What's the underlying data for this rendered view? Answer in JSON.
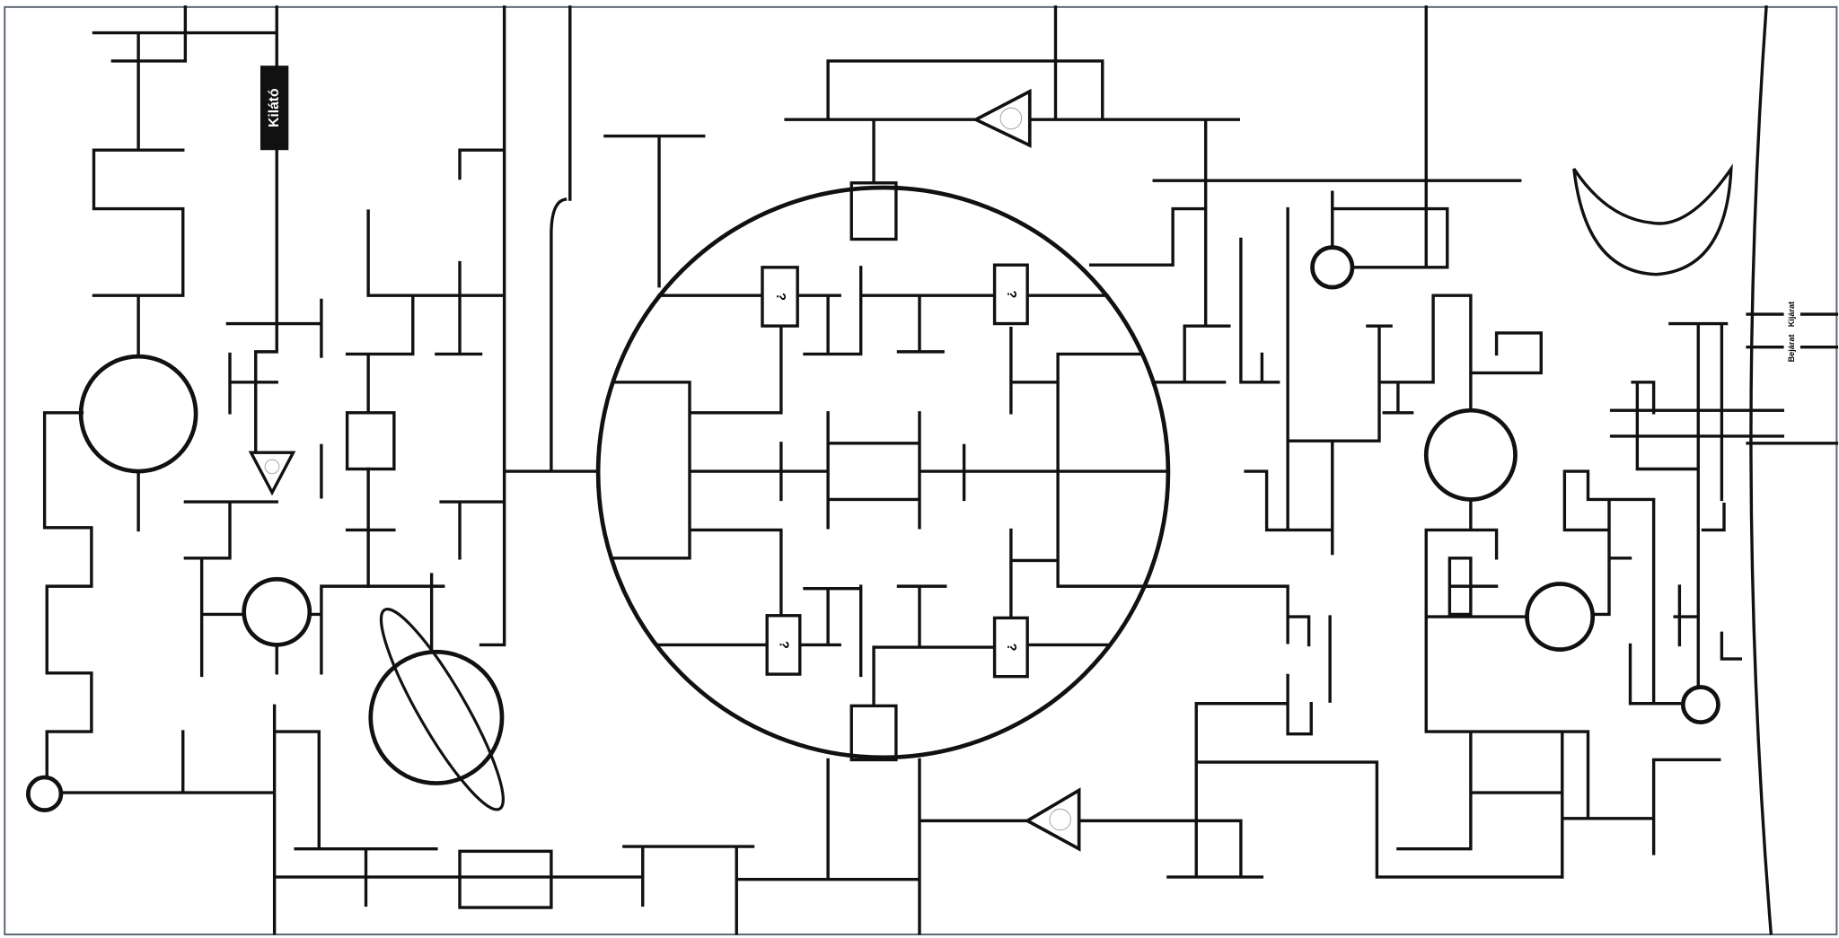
{
  "map": {
    "lookout_label": "Kilátó",
    "exit_label": "Kijárat",
    "entrance_label": "Bejárat",
    "mystery_boxes": [
      "?",
      "?",
      "?",
      "?"
    ]
  },
  "colors": {
    "wall": "#111111",
    "background": "#ffffff",
    "border": "#5a6470"
  }
}
